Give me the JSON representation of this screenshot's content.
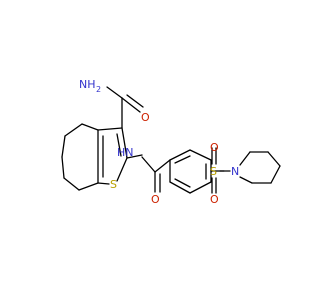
{
  "molecule": {
    "atom_labels": {
      "amide_n": "NH",
      "amide_n_sub": "2",
      "amide_o": "O",
      "thiophene_s": "S",
      "linker_nh": "HN",
      "carbonyl_o": "O",
      "sulfonyl_s": "S",
      "sulfonyl_o_top": "O",
      "sulfonyl_o_bottom": "O",
      "piperidine_n": "N"
    },
    "colors": {
      "nitrogen": "#3333cc",
      "oxygen": "#cc2200",
      "sulfur": "#b8a000",
      "carbon_bond": "#000000"
    }
  }
}
